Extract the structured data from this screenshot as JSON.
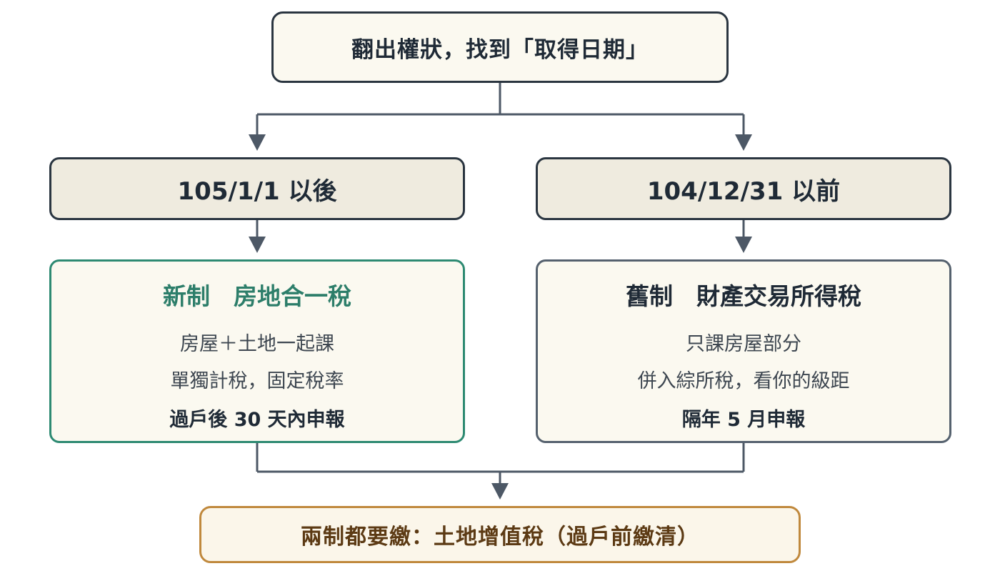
{
  "top": {
    "text": "翻出權狀，找到「取得日期」"
  },
  "left": {
    "date": "105/1/1 以後",
    "title": "新制　房地合一稅",
    "lines": [
      "房屋＋土地一起課",
      "單獨計稅，固定稅率"
    ],
    "strong": "過戶後 30 天內申報"
  },
  "right": {
    "date": "104/12/31 以前",
    "title": "舊制　財產交易所得稅",
    "lines": [
      "只課房屋部分",
      "併入綜所稅，看你的級距"
    ],
    "strong": "隔年 5 月申報"
  },
  "bottom": {
    "text": "兩制都要繳：土地增值稅（過戶前繳清）"
  },
  "colors": {
    "connector": "#4d5866",
    "new_accent": "#2d8a72",
    "old_accent": "#55616e",
    "bottom_accent": "#c0893d"
  }
}
